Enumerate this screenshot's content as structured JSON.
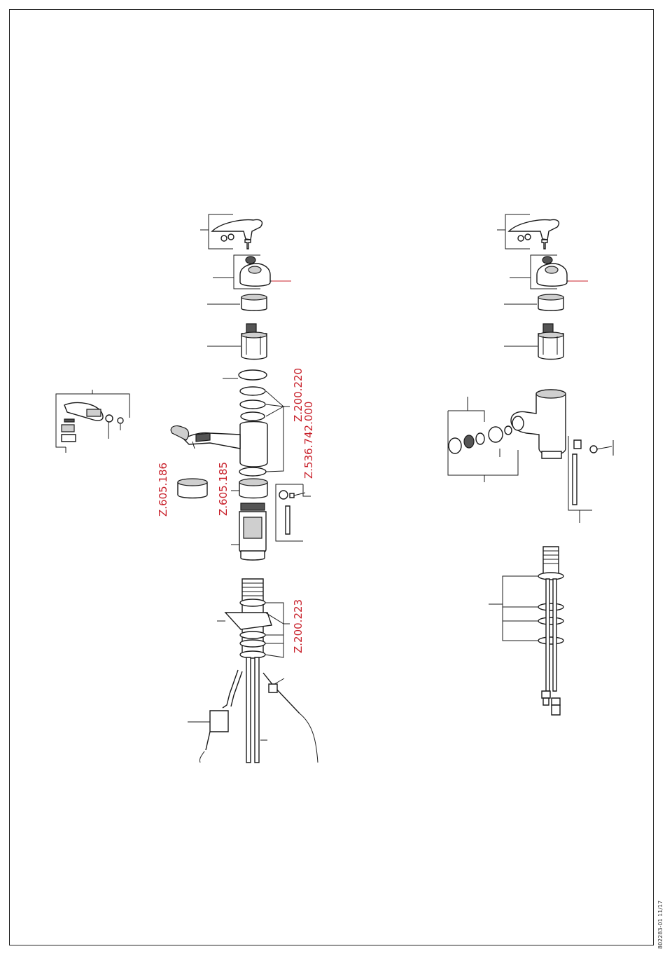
{
  "part_codes": {
    "left_cartridge_seals": "Z.200.220",
    "left_body_seals": "Z.536.742.000",
    "ring_a": "Z.605.186",
    "ring_b": "Z.605.185",
    "mount_seals": "Z.200.223"
  },
  "document_number": "802283-01 11/17",
  "colors": {
    "code_text": "#c8202a",
    "line": "#1a1a1a"
  }
}
